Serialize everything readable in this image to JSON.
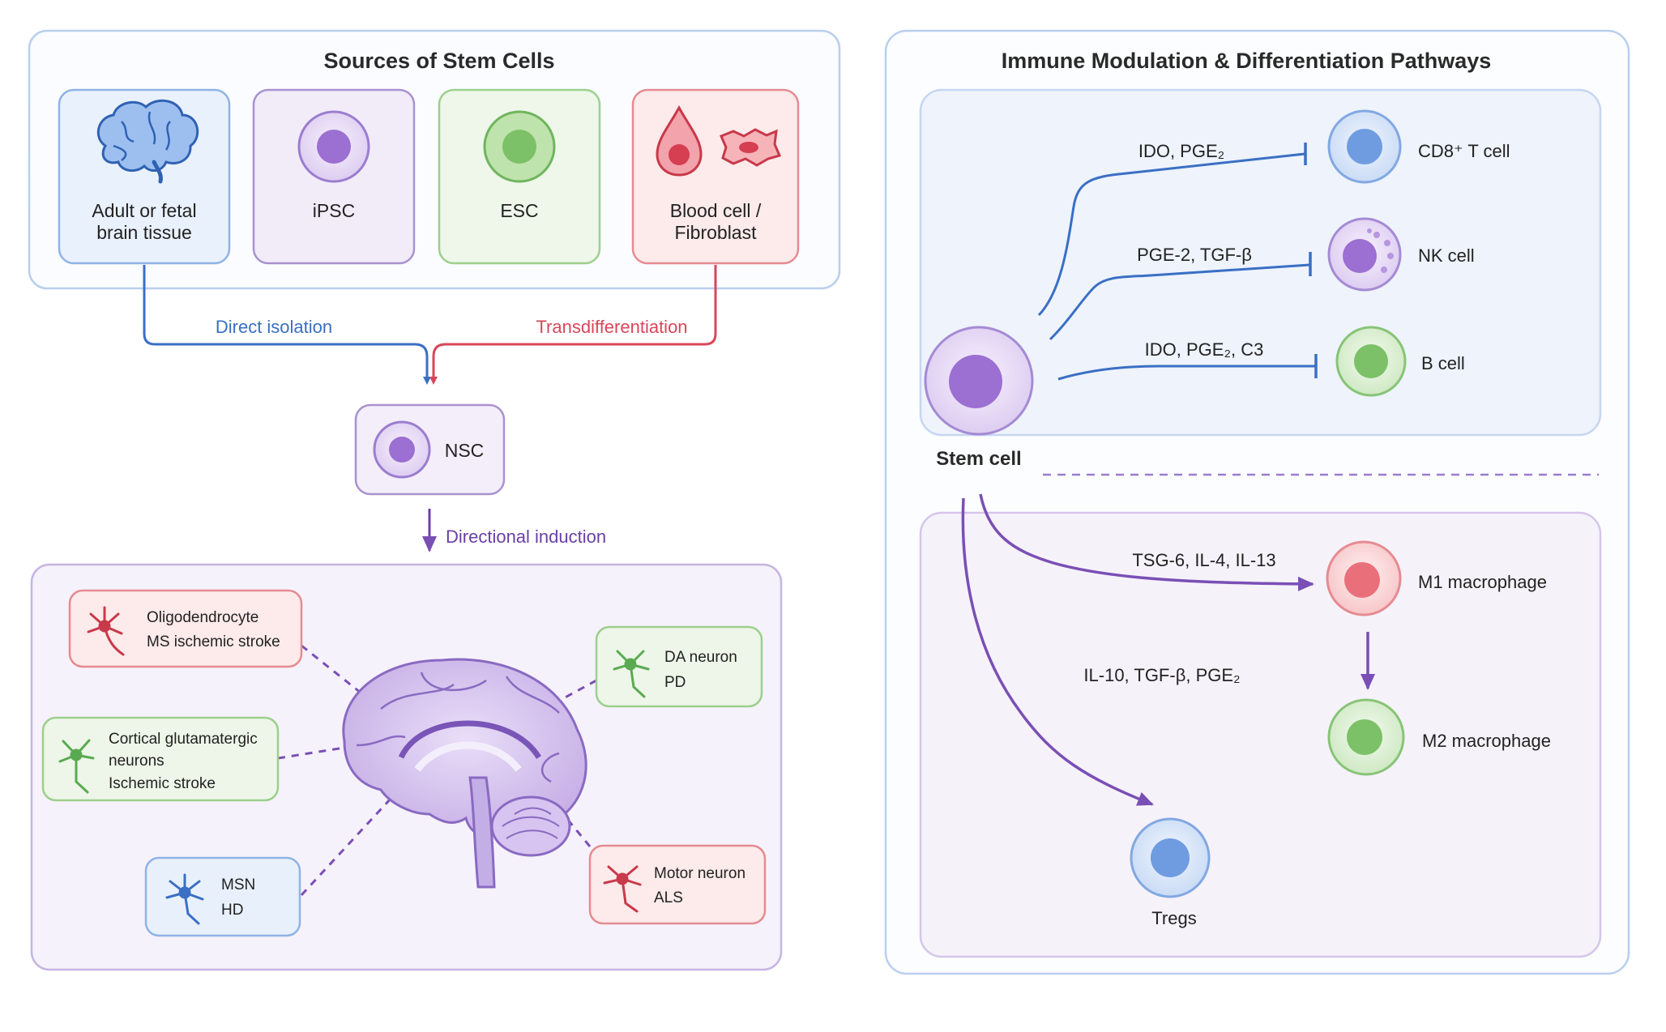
{
  "left_panel": {
    "title": "Sources of Stem Cells",
    "sources": [
      {
        "label_line1": "Adult or fetal",
        "label_line2": "brain tissue",
        "icon": "brain-icon"
      },
      {
        "label_line1": "iPSC",
        "label_line2": "",
        "icon": "cell-icon"
      },
      {
        "label_line1": "ESC",
        "label_line2": "",
        "icon": "cell-icon"
      },
      {
        "label_line1": "Blood cell /",
        "label_line2": "Fibroblast",
        "icon": "blood-drop-icon"
      }
    ],
    "arrow_direct": "Direct isolation",
    "arrow_trans": "Transdifferentiation",
    "nsc_label": "NSC",
    "induction_label": "Directional induction",
    "targets": [
      {
        "line1": "Oligodendrocyte",
        "line2": "MS  ischemic stroke",
        "line3": ""
      },
      {
        "line1": "Cortical glutamatergic",
        "line2": "neurons",
        "line3": "Ischemic stroke"
      },
      {
        "line1": "MSN",
        "line2": "HD",
        "line3": ""
      },
      {
        "line1": "DA neuron",
        "line2": "PD",
        "line3": ""
      },
      {
        "line1": "Motor neuron",
        "line2": "ALS",
        "line3": ""
      }
    ]
  },
  "right_panel": {
    "title": "Immune Modulation & Differentiation Pathways",
    "stem_cell_label": "Stem cell",
    "inhibitions": [
      {
        "factors": "IDO, PGE₂",
        "target": "CD8⁺ T cell"
      },
      {
        "factors": "PGE-2, TGF-β",
        "target": "NK cell"
      },
      {
        "factors": "IDO, PGE₂, C3",
        "target": "B cell"
      }
    ],
    "macrophage_factors": "TSG-6, IL-4, IL-13",
    "m1_label": "M1 macrophage",
    "m2_label": "M2 macrophage",
    "treg_factors": "IL-10, TGF-β, PGE₂",
    "treg_label": "Tregs"
  },
  "colors": {
    "blue": "#3a6fc4",
    "red": "#d9465a",
    "purple": "#7a4fb5",
    "green": "#5aaa52",
    "blue_fill": "#e8f0fb",
    "purple_fill": "#f1ecf8",
    "green_fill": "#edf6e8",
    "red_fill": "#fde9ea"
  }
}
